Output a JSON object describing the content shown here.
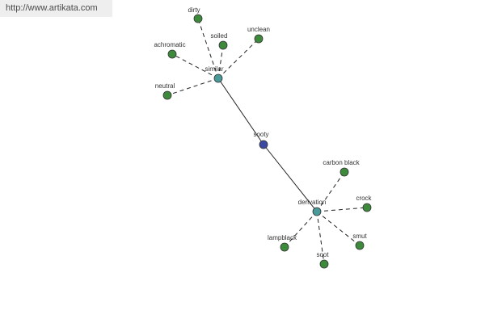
{
  "banner": {
    "url": "http://www.artikata.com"
  },
  "graph": {
    "center": {
      "id": "sooty",
      "label": "sooty",
      "color": "#3b4aa0"
    },
    "hubs": [
      {
        "id": "similar",
        "label": "similar",
        "color": "#4a9a9a"
      },
      {
        "id": "derivation",
        "label": "derivation",
        "color": "#4a9a9a"
      }
    ],
    "leaves": [
      {
        "id": "dirty",
        "label": "dirty",
        "hub": "similar"
      },
      {
        "id": "soiled",
        "label": "soiled",
        "hub": "similar"
      },
      {
        "id": "unclean",
        "label": "unclean",
        "hub": "similar"
      },
      {
        "id": "achromatic",
        "label": "achromatic",
        "hub": "similar"
      },
      {
        "id": "neutral",
        "label": "neutral",
        "hub": "similar"
      },
      {
        "id": "carbon-black",
        "label": "carbon black",
        "hub": "derivation"
      },
      {
        "id": "crock",
        "label": "crock",
        "hub": "derivation"
      },
      {
        "id": "lampblack",
        "label": "lampblack",
        "hub": "derivation"
      },
      {
        "id": "smut",
        "label": "smut",
        "hub": "derivation"
      },
      {
        "id": "soot",
        "label": "soot",
        "hub": "derivation"
      }
    ],
    "leaf_color": "#3d8a3d",
    "edge_color": "#222222"
  }
}
